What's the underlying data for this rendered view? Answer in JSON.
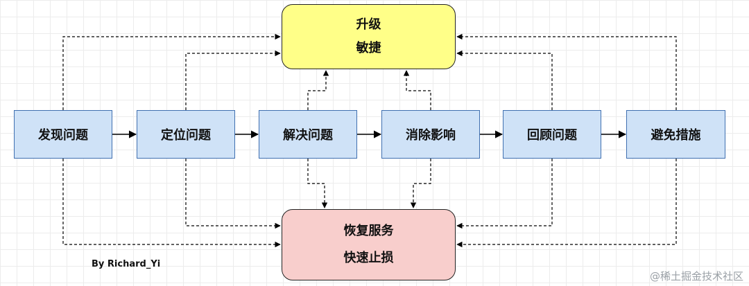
{
  "diagram": {
    "steps": [
      "发现问题",
      "定位问题",
      "解决问题",
      "消除影响",
      "回顾问题",
      "避免措施"
    ],
    "upgrade": {
      "line1": "升级",
      "line2": "敏捷"
    },
    "restore": {
      "line1": "恢复服务",
      "line2": "快速止损"
    },
    "author": "By Richard_Yi",
    "watermark": "@稀土掘金技术社区"
  },
  "colors": {
    "step_fill": "#cfe2f7",
    "step_border": "#3f6fb0",
    "upgrade_fill": "#ffff88",
    "restore_fill": "#f8cecc",
    "arrow": "#000000"
  }
}
